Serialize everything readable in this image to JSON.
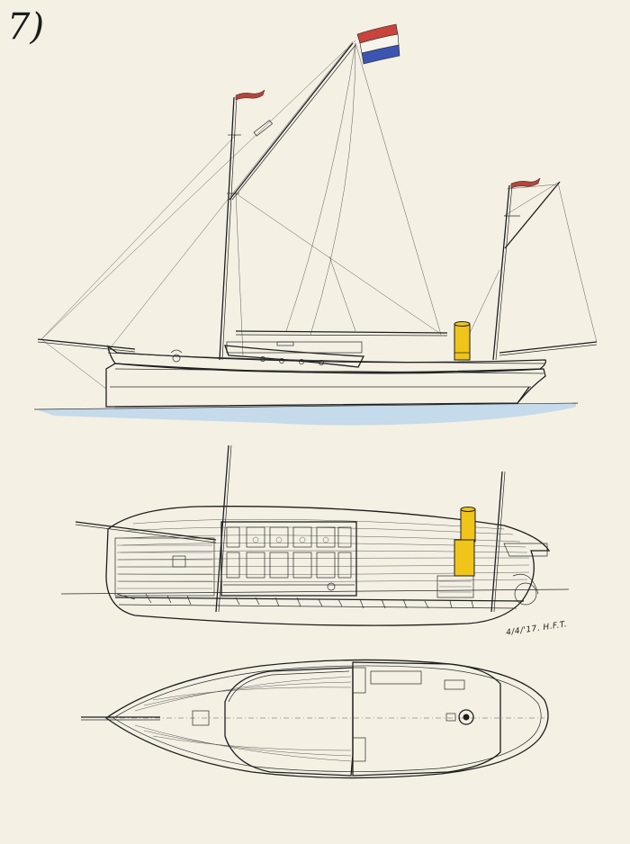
{
  "plate": {
    "number": "7)"
  },
  "signature": {
    "text": "4/4/'17. H.F.T."
  },
  "colors": {
    "paper": "#f4f0e4",
    "ink": "#1e1e1e",
    "flag_red": "#c8443c",
    "flag_white": "#f7f4ee",
    "flag_blue": "#3b55b0",
    "funnel_yellow": "#f0c419",
    "water_blue": "#bcd6ec",
    "pennant_red": "#b5443a"
  },
  "views": [
    "side-elevation",
    "longitudinal-section",
    "deck-plan"
  ]
}
